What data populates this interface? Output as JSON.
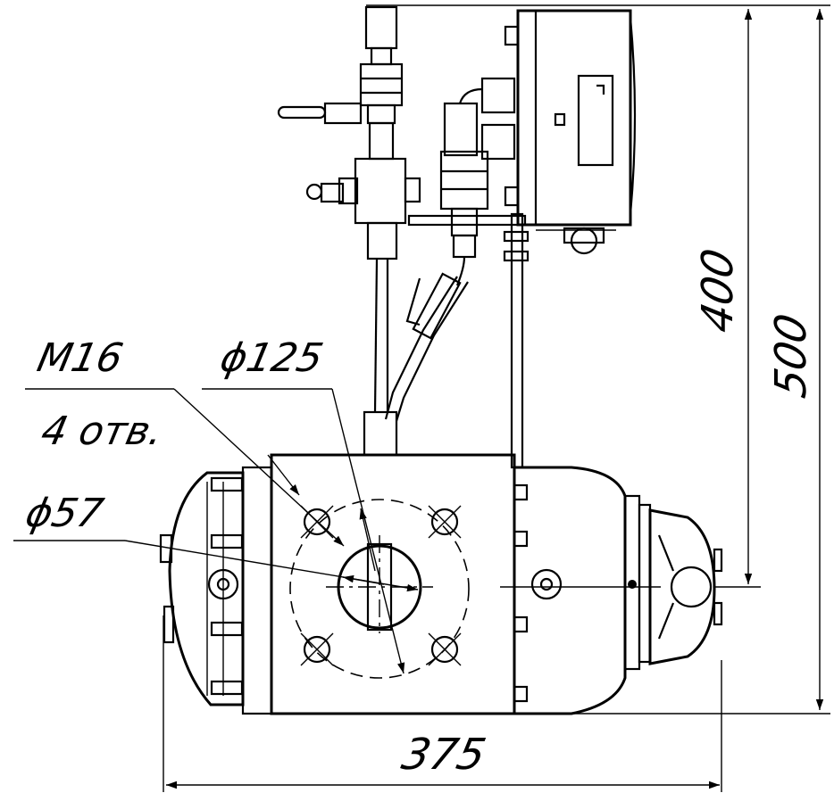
{
  "dimensions": {
    "thread": "M16",
    "holes": "4 отв.",
    "bolt_circle": "ϕ125",
    "bore": "ϕ57",
    "height_axis": "400",
    "height_total": "500",
    "width_total": "375"
  }
}
